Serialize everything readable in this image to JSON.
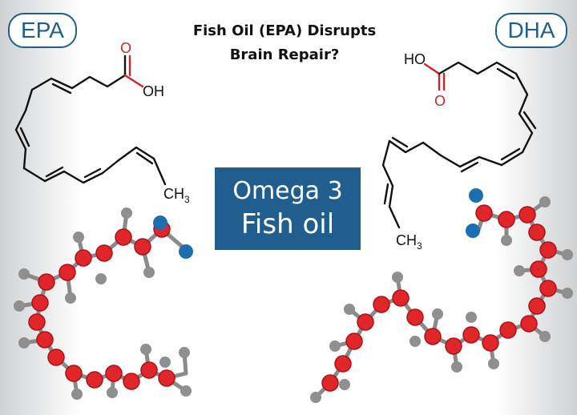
{
  "badges": {
    "left": "EPA",
    "right": "DHA"
  },
  "headline": {
    "line1": "Fish Oil (EPA) Disrupts",
    "line2": "Brain Repair?"
  },
  "center_box": {
    "line1": "Omega 3",
    "line2": "Fish oil"
  },
  "epa_formula": {
    "carbonyl_o": "O",
    "hydroxyl": "OH",
    "methyl": "CH",
    "methyl_sub": "3"
  },
  "dha_formula": {
    "hydroxyl": "HO",
    "carbonyl_o": "O",
    "methyl": "CH",
    "methyl_sub": "3"
  },
  "colors": {
    "brand_blue": "#1f5e8e",
    "oxygen_red": "#d0222a",
    "carbon_atom": "#e0262a",
    "hydrogen_atom": "#9b9b9b",
    "nitrogen_atom": "#1b6fb0"
  }
}
